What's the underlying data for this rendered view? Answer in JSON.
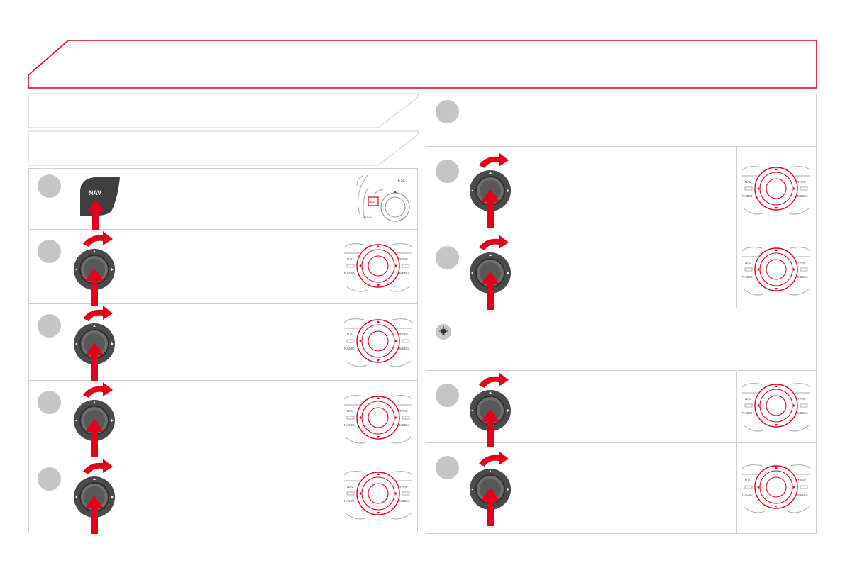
{
  "colors": {
    "accent": "#e2001a",
    "frame": "#cfcfcf",
    "bullet": "#c5c5c6",
    "knob": "#444444"
  },
  "nav_key_label": "NAV",
  "controls": {
    "esc": "ESC",
    "nav_small": "NAV",
    "radio": "RADIO",
    "nav": "NAV",
    "traf": "TRAF",
    "media": "MEDIA"
  },
  "icons": {
    "step_bullet": "step-number-bullet",
    "knob": "rotary-knob-icon",
    "rotate_arrow": "rotate-arrow-icon",
    "press_arrow": "press-arrow-icon",
    "tip": "lightbulb-icon"
  }
}
